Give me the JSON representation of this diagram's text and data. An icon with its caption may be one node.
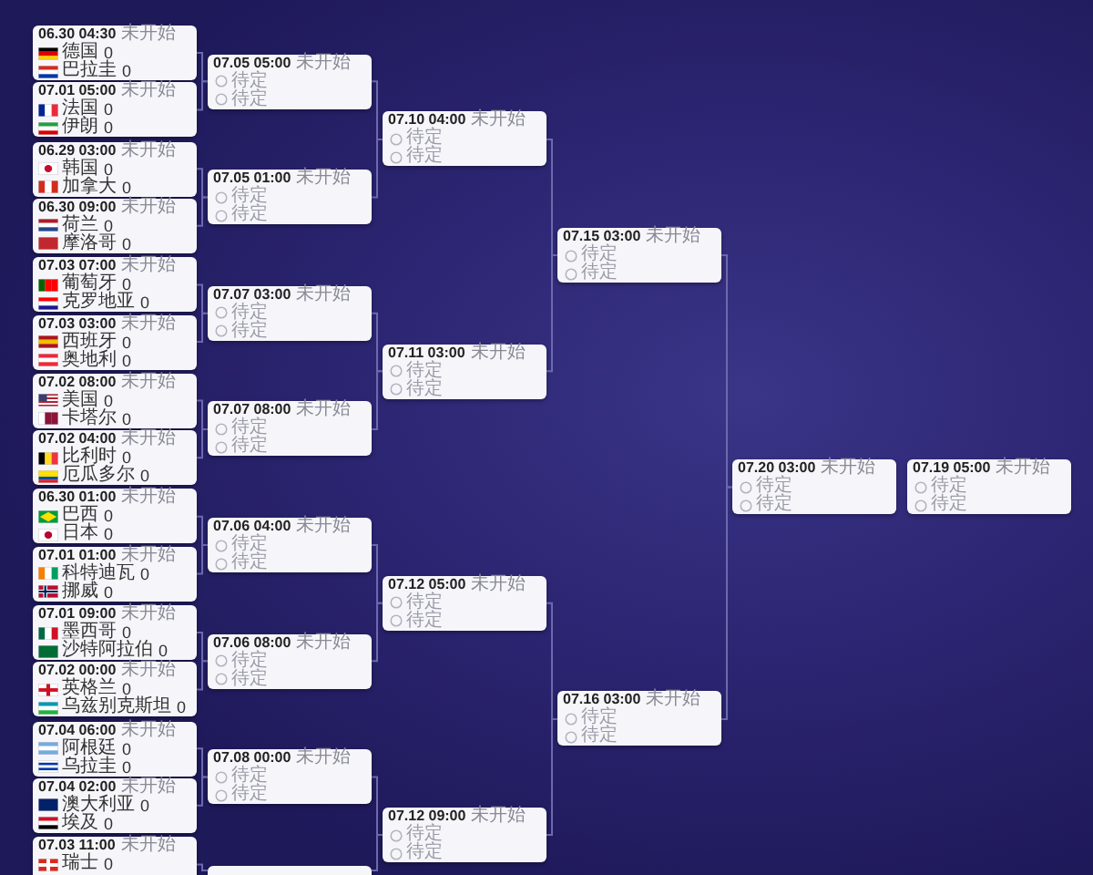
{
  "diagram": {
    "nodes": [
      {
        "text": [
          "06.30 04:30",
          "未开始",
          "德国",
          "0",
          "巴拉圭",
          "0"
        ]
      },
      {
        "text": [
          "07.01 05:00",
          "未开始",
          "法国",
          "0",
          "伊朗",
          "0"
        ]
      },
      {
        "text": [
          "06.29 03:00",
          "未开始",
          "韩国",
          "0",
          "加拿大",
          "0"
        ]
      },
      {
        "text": [
          "06.30 09:00",
          "未开始",
          "荷兰",
          "0",
          "摩洛哥",
          "0"
        ]
      },
      {
        "text": [
          "07.03 07:00",
          "未开始",
          "葡萄牙",
          "0",
          "克罗地亚",
          "0"
        ]
      },
      {
        "text": [
          "07.03 03:00",
          "未开始",
          "西班牙",
          "0",
          "奥地利",
          "0"
        ]
      },
      {
        "text": [
          "07.02 08:00",
          "未开始",
          "美国",
          "0",
          "卡塔尔",
          "0"
        ]
      },
      {
        "text": [
          "07.02 04:00",
          "未开始",
          "比利时",
          "0",
          "厄瓜多尔",
          "0"
        ]
      },
      {
        "text": [
          "06.30 01:00",
          "未开始",
          "巴西",
          "0",
          "日本",
          "0"
        ]
      },
      {
        "text": [
          "07.01 01:00",
          "未开始",
          "科特迪瓦",
          "0",
          "挪威",
          "0"
        ]
      },
      {
        "text": [
          "07.01 09:00",
          "未开始",
          "墨西哥",
          "0",
          "沙特阿拉伯",
          "0"
        ]
      },
      {
        "text": [
          "07.02 00:00",
          "未开始",
          "英格兰",
          "0",
          "乌兹别克斯坦",
          "0"
        ]
      },
      {
        "text": [
          "07.04 06:00",
          "未开始",
          "阿根廷",
          "0",
          "乌拉圭",
          "0"
        ]
      },
      {
        "text": [
          "07.04 02:00",
          "未开始",
          "澳大利亚",
          "0",
          "埃及",
          "0"
        ]
      },
      {
        "text": [
          "07.03 11:00",
          "未开始",
          "瑞士",
          "0"
        ]
      },
      {
        "text": [
          "07.05 05:00",
          "未开始",
          "待定",
          "待定"
        ]
      },
      {
        "text": [
          "07.05 01:00",
          "未开始",
          "待定",
          "待定"
        ]
      },
      {
        "text": [
          "07.07 03:00",
          "未开始",
          "待定",
          "待定"
        ]
      },
      {
        "text": [
          "07.07 08:00",
          "未开始",
          "待定",
          "待定"
        ]
      },
      {
        "text": [
          "07.06 04:00",
          "未开始",
          "待定",
          "待定"
        ]
      },
      {
        "text": [
          "07.06 08:00",
          "未开始",
          "待定",
          "待定"
        ]
      },
      {
        "text": [
          "07.08 00:00",
          "未开始",
          "待定",
          "待定"
        ]
      },
      {
        "text": [],
        "shape": "box"
      },
      {
        "text": [
          "07.10 04:00",
          "未开始",
          "待定",
          "待定"
        ]
      },
      {
        "text": [
          "07.11 03:00",
          "未开始",
          "待定",
          "待定"
        ]
      },
      {
        "text": [
          "07.12 05:00",
          "未开始",
          "待定",
          "待定"
        ]
      },
      {
        "text": [
          "07.12 09:00",
          "未开始",
          "待定",
          "待定"
        ]
      },
      {
        "text": [
          "07.15 03:00",
          "未开始",
          "待定",
          "待定"
        ]
      },
      {
        "text": [
          "07.16 03:00",
          "未开始",
          "待定",
          "待定"
        ]
      },
      {
        "text": [
          "07.20 03:00",
          "未开始",
          "待定",
          "待定"
        ]
      },
      {
        "text": [
          "07.19 05:00",
          "未开始",
          "待定",
          "待定"
        ]
      }
    ],
    "edges": [
      {
        "from": 0,
        "to": 15,
        "arrow": "none"
      },
      {
        "from": 1,
        "to": 15,
        "arrow": "none"
      },
      {
        "from": 2,
        "to": 16,
        "arrow": "none"
      },
      {
        "from": 3,
        "to": 16,
        "arrow": "none"
      },
      {
        "from": 4,
        "to": 17,
        "arrow": "none"
      },
      {
        "from": 5,
        "to": 17,
        "arrow": "none"
      },
      {
        "from": 6,
        "to": 18,
        "arrow": "none"
      },
      {
        "from": 7,
        "to": 18,
        "arrow": "none"
      },
      {
        "from": 8,
        "to": 19,
        "arrow": "none"
      },
      {
        "from": 9,
        "to": 19,
        "arrow": "none"
      },
      {
        "from": 10,
        "to": 20,
        "arrow": "none"
      },
      {
        "from": 11,
        "to": 20,
        "arrow": "none"
      },
      {
        "from": 12,
        "to": 21,
        "arrow": "none"
      },
      {
        "from": 13,
        "to": 21,
        "arrow": "none"
      },
      {
        "from": 14,
        "to": 22,
        "arrow": "none"
      },
      {
        "from": 15,
        "to": 23,
        "arrow": "none"
      },
      {
        "from": 16,
        "to": 23,
        "arrow": "none"
      },
      {
        "from": 17,
        "to": 24,
        "arrow": "none"
      },
      {
        "from": 18,
        "to": 24,
        "arrow": "none"
      },
      {
        "from": 19,
        "to": 25,
        "arrow": "none"
      },
      {
        "from": 20,
        "to": 25,
        "arrow": "none"
      },
      {
        "from": 21,
        "to": 26,
        "arrow": "none"
      },
      {
        "from": 22,
        "to": 26,
        "arrow": "none"
      },
      {
        "from": 23,
        "to": 27,
        "arrow": "none"
      },
      {
        "from": 24,
        "to": 27,
        "arrow": "none"
      },
      {
        "from": 25,
        "to": 28,
        "arrow": "none"
      },
      {
        "from": 26,
        "to": 28,
        "arrow": "none"
      },
      {
        "from": 27,
        "to": 29,
        "arrow": "none"
      },
      {
        "from": 28,
        "to": 29,
        "arrow": "none"
      }
    ]
  }
}
